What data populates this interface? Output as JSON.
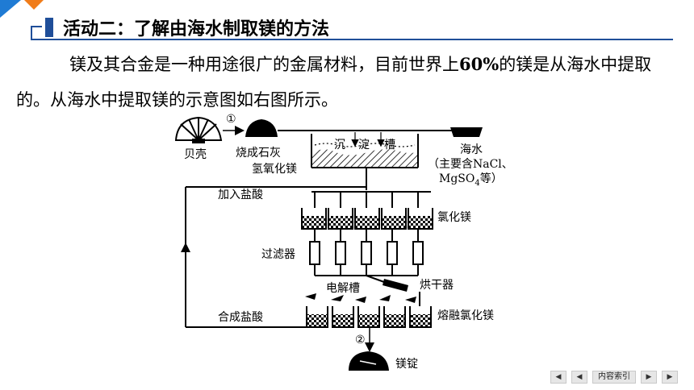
{
  "header": {
    "title": "活动二：了解由海水制取镁的方法"
  },
  "paragraph": {
    "text1": "镁及其合金是一种用途很广的金属材料，目前世界上",
    "percent": "60%",
    "text2": "的镁是从海水中提取的。从海水中提取镁的示意图如右图所示。"
  },
  "diagram": {
    "step1": "①",
    "step2": "②",
    "beike": "贝壳",
    "shaochengshihui": "烧成石灰",
    "chendian_1": "沉",
    "chendian_2": "淀",
    "chendian_3": "槽",
    "haishui": "海水",
    "haishui_note1": "（主要含NaCl、",
    "haishui_note2": "MgSO",
    "haishui_note2_sub": "4",
    "haishui_note2_end": "等）",
    "qingyanghuamei": "氢氧化镁",
    "jiarusuan": "加入盐酸",
    "lvhuamei": "氯化镁",
    "guolvqi": "过滤器",
    "dianjiecao": "电解槽",
    "honggangqi": "烘干器",
    "hechengyansuan": "合成盐酸",
    "ronronglvhuamei": "熔融氯化镁",
    "meiding": "镁锭"
  },
  "nav": {
    "index_label": "内容索引",
    "first": "◀",
    "prev": "◀",
    "next": "▶",
    "last": "▶"
  },
  "colors": {
    "accent": "#1f4e99",
    "corner_orange": "#f07c1a",
    "corner_blue": "#1f7bd4"
  }
}
